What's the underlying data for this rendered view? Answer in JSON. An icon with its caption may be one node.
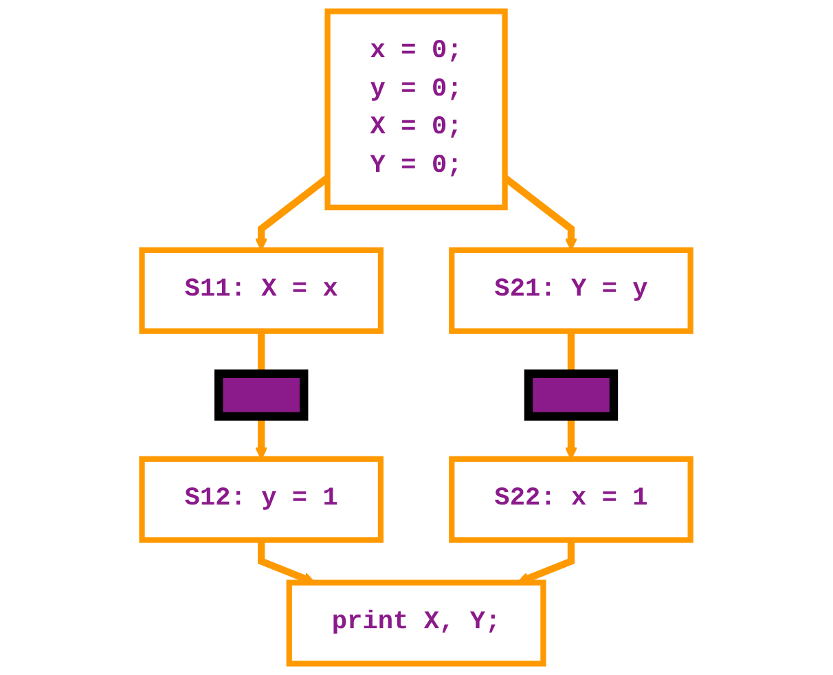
{
  "diagram": {
    "nodes": [
      {
        "text": [
          "x = 0;",
          "y = 0;",
          "X = 0;",
          "Y = 0;"
        ]
      },
      {
        "text": [
          "S11: X = x"
        ]
      },
      {
        "text": [
          "S21: Y = y"
        ]
      },
      {
        "text": [],
        "shape": "bar"
      },
      {
        "text": [],
        "shape": "bar"
      },
      {
        "text": [
          "S12: y = 1"
        ]
      },
      {
        "text": [
          "S22: x = 1"
        ]
      },
      {
        "text": [
          "print X, Y;"
        ]
      }
    ],
    "edges": [
      {
        "from": 0,
        "to": 1,
        "arrow": "to"
      },
      {
        "from": 0,
        "to": 2,
        "arrow": "to"
      },
      {
        "from": 1,
        "to": 3,
        "arrow": "none"
      },
      {
        "from": 3,
        "to": 5,
        "arrow": "to"
      },
      {
        "from": 2,
        "to": 4,
        "arrow": "none"
      },
      {
        "from": 4,
        "to": 6,
        "arrow": "to"
      },
      {
        "from": 5,
        "to": 7,
        "arrow": "to"
      },
      {
        "from": 6,
        "to": 7,
        "arrow": "to"
      }
    ]
  }
}
